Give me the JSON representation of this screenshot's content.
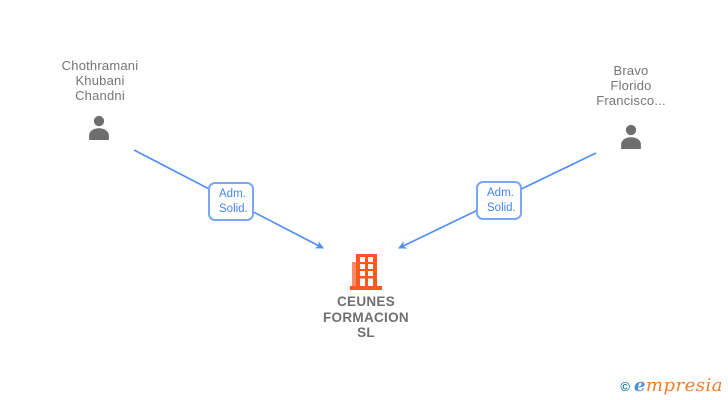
{
  "diagram": {
    "type": "corporate-relationship-graph",
    "persons": [
      {
        "id": "left",
        "name_lines": [
          "Chothramani",
          "Khubani",
          "Chandni"
        ]
      },
      {
        "id": "right",
        "name_lines": [
          "Bravo",
          "Florido",
          "Francisco..."
        ]
      }
    ],
    "company": {
      "name_lines": [
        "CEUNES",
        "FORMACION",
        "SL"
      ]
    },
    "edges": [
      {
        "from": "Chothramani Khubani Chandni",
        "to": "CEUNES FORMACION SL",
        "label_lines": [
          "Adm.",
          "Solid."
        ]
      },
      {
        "from": "Bravo Florido Francisco...",
        "to": "CEUNES FORMACION SL",
        "label_lines": [
          "Adm.",
          "Solid."
        ]
      }
    ]
  },
  "colors": {
    "edge_blue": "#4e8df2",
    "label_text_blue": "#4285f4",
    "label_border_blue": "#79a7f5",
    "person_icon_gray": "#6e6e6e",
    "name_text_gray": "#757575",
    "company_orange": "#ff5722",
    "company_orange_light": "#ff8a65",
    "watermark_teal": "#1d7f93",
    "watermark_blue": "#4a90d9",
    "watermark_orange": "#ee7d2d",
    "background": "#ffffff"
  },
  "watermark": {
    "copyright": "©",
    "brand_first": "e",
    "brand_rest": "mpresia"
  }
}
